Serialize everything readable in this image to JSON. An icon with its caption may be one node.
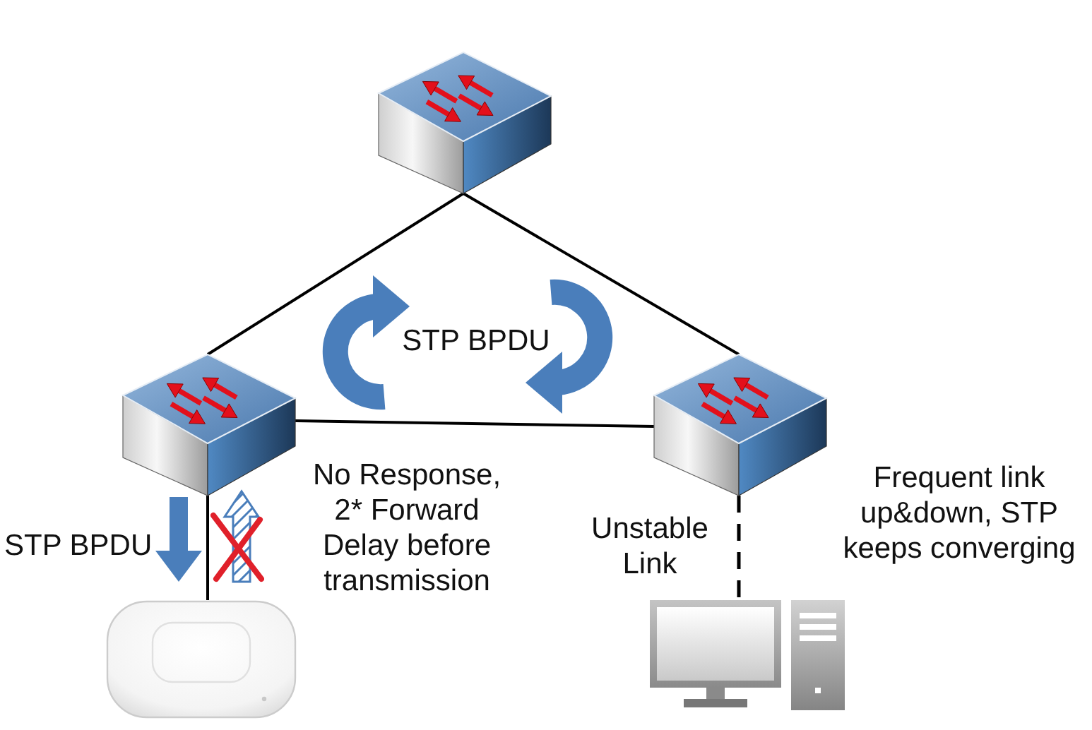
{
  "diagram": {
    "nodes": [
      {
        "text": [],
        "shape": "picture"
      },
      {
        "text": [],
        "shape": "picture"
      },
      {
        "text": [],
        "shape": "picture"
      },
      {
        "text": [],
        "shape": "picture"
      },
      {
        "text": [],
        "shape": "picture"
      }
    ],
    "edges": [
      {
        "from": 0,
        "to": 1,
        "arrow": "none"
      },
      {
        "from": 0,
        "to": 2,
        "arrow": "none"
      },
      {
        "from": 1,
        "to": 2,
        "arrow": "none"
      },
      {
        "from": 1,
        "to": 3,
        "arrow": "none"
      },
      {
        "from": 2,
        "to": 4,
        "arrow": "none",
        "style": "dashed"
      }
    ],
    "labels": [
      "STP BPDU",
      "STP BPDU",
      "No Response, 2* Forward Delay before transmission",
      "Unstable Link",
      "Frequent link up&down, STP keeps converging"
    ]
  }
}
